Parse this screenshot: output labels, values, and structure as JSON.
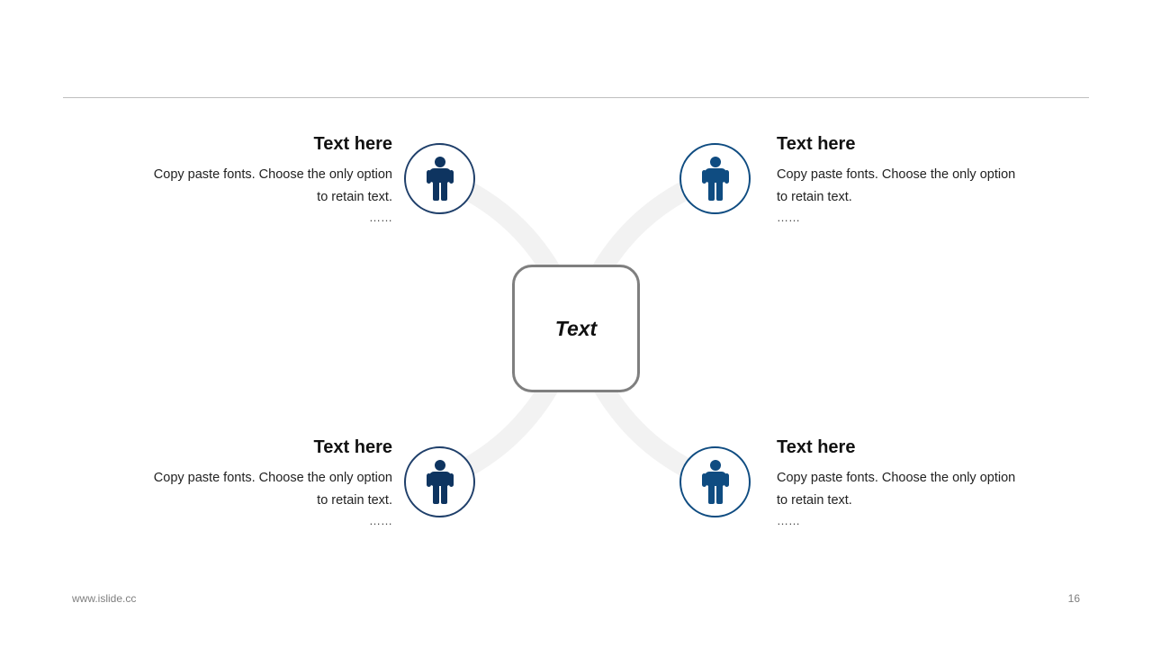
{
  "center": {
    "label": "Text"
  },
  "items": [
    {
      "title": "Text here",
      "line1": "Copy paste fonts. Choose the only option",
      "line2": "to retain text.",
      "ellipsis": "……"
    },
    {
      "title": "Text here",
      "line1": "Copy paste fonts. Choose the only option",
      "line2": "to retain text.",
      "ellipsis": "……"
    },
    {
      "title": "Text here",
      "line1": "Copy paste fonts. Choose the only option",
      "line2": "to retain text.",
      "ellipsis": "……"
    },
    {
      "title": "Text here",
      "line1": "Copy paste fonts. Choose the only option",
      "line2": "to retain text.",
      "ellipsis": "……"
    }
  ],
  "icons": {
    "node": "person-icon"
  },
  "colors": {
    "icon_dark": "#0e3460",
    "icon_mid": "#0f4c81",
    "ring": "#1f3f6a",
    "connector": "#f2f2f2",
    "center_border": "#7f7f7f",
    "rule": "#bfbfbf"
  },
  "footer": {
    "url": "www.islide.cc",
    "page": "16"
  }
}
